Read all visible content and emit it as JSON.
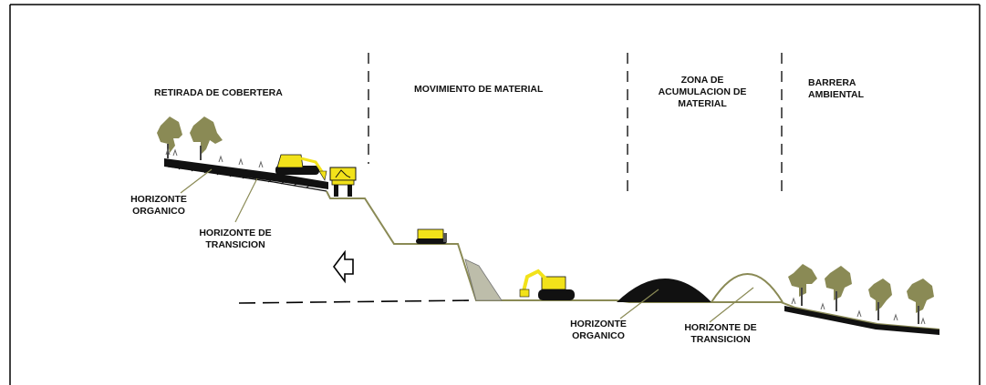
{
  "zones": {
    "cover_removal": "RETIRADA DE COBERTERA",
    "material_movement": "MOVIMIENTO DE MATERIAL",
    "storage_zone_lines": [
      "ZONA DE",
      "ACUMULACION DE",
      "MATERIAL"
    ],
    "barrier_lines": [
      "BARRERA",
      "AMBIENTAL"
    ]
  },
  "labels": {
    "organic_left_lines": [
      "HORIZONTE",
      "ORGANICO"
    ],
    "transition_left_lines": [
      "HORIZONTE  DE",
      "TRANSICION"
    ],
    "organic_right_lines": [
      "HORIZONTE",
      "ORGANICO"
    ],
    "transition_right_lines": [
      "HORIZONTE DE",
      "TRANSICION"
    ]
  },
  "colors": {
    "tree": "#8a8a55",
    "ground": "#8a8a55",
    "machine": "#f2e21a",
    "soil_dark": "#111111",
    "gravel": "#bdbdaa"
  },
  "icons": [
    "tree-icon",
    "excavator-icon",
    "bulldozer-icon",
    "dump-truck-icon",
    "direction-arrow-icon"
  ]
}
